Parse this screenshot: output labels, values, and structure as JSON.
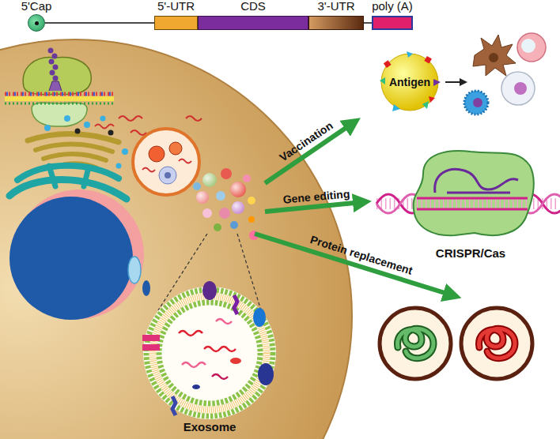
{
  "diagram": {
    "nodes": [
      {
        "text": [
          "5'Cap"
        ]
      },
      {
        "text": [
          "5'-UTR"
        ]
      },
      {
        "text": [
          "CDS"
        ]
      },
      {
        "text": [
          "3'-UTR"
        ]
      },
      {
        "text": [
          "poly (A)"
        ]
      },
      {
        "text": [
          "Antigen"
        ]
      },
      {
        "text": [
          "CRISPR/Cas"
        ]
      },
      {
        "text": [
          "Exosome"
        ]
      }
    ],
    "edges": [
      {
        "from": 0,
        "to": 1,
        "arrow": "none"
      },
      {
        "from": 3,
        "to": 4,
        "arrow": "none"
      }
    ],
    "labels": [
      "Vaccination",
      "Gene editing",
      "Protein replacement"
    ]
  }
}
